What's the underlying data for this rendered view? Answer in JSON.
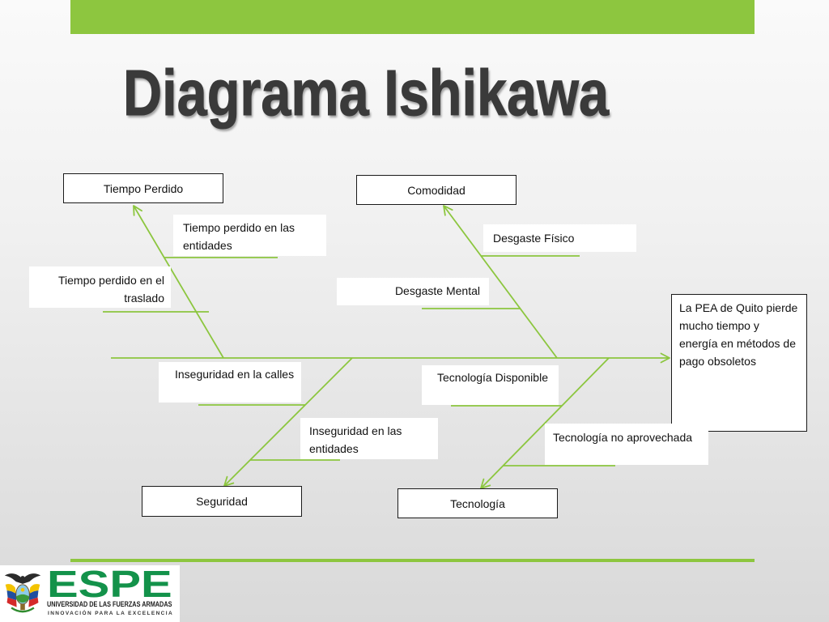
{
  "slide": {
    "title": "Diagrama Ishikawa"
  },
  "diagram": {
    "effect": "La PEA de Quito pierde\nmucho tiempo y\nenergía en métodos de\npago obsoletos",
    "categories": [
      {
        "label": "Tiempo Perdido",
        "causes": [
          "Tiempo perdido en las entidades",
          "Tiempo perdido en el traslado"
        ]
      },
      {
        "label": "Comodidad",
        "causes": [
          "Desgaste Físico",
          "Desgaste Mental"
        ]
      },
      {
        "label": "Seguridad",
        "causes": [
          "Inseguridad en la calles",
          "Inseguridad en las entidades"
        ]
      },
      {
        "label": "Tecnología",
        "causes": [
          "Tecnología Disponible",
          "Tecnología no aprovechada"
        ]
      }
    ]
  },
  "logo": {
    "name": "ESPE",
    "university": "UNIVERSIDAD DE LAS FUERZAS ARMADAS",
    "slogan": "INNOVACIÓN PARA LA EXCELENCIA",
    "crest_icon": "crest-icon"
  },
  "colors": {
    "accent": "#8dc63f",
    "line": "#8cc63f",
    "title": "#3a3a3a",
    "box_border": "#1a1a1a",
    "logo_green": "#13924a"
  }
}
